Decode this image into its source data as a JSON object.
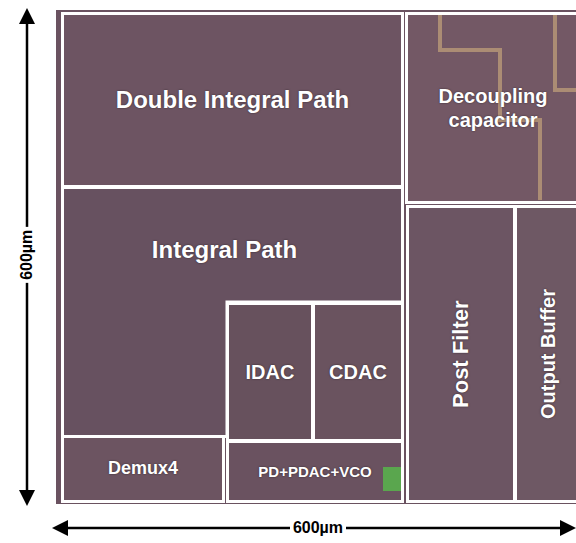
{
  "diagram": {
    "nodes": [
      {
        "text": [
          "Double Integral Path"
        ]
      },
      {
        "text": [
          "Decoupling capacitor"
        ]
      },
      {
        "text": [
          "Integral Path"
        ]
      },
      {
        "text": [
          "Post Filter"
        ]
      },
      {
        "text": [
          "Output Buffer"
        ]
      },
      {
        "text": [
          "IDAC"
        ]
      },
      {
        "text": [
          "CDAC"
        ]
      },
      {
        "text": [
          "Demux4"
        ]
      },
      {
        "text": [
          "PD+PDAC+VCO"
        ]
      }
    ],
    "labels": [
      "600µm",
      "600µm"
    ]
  }
}
